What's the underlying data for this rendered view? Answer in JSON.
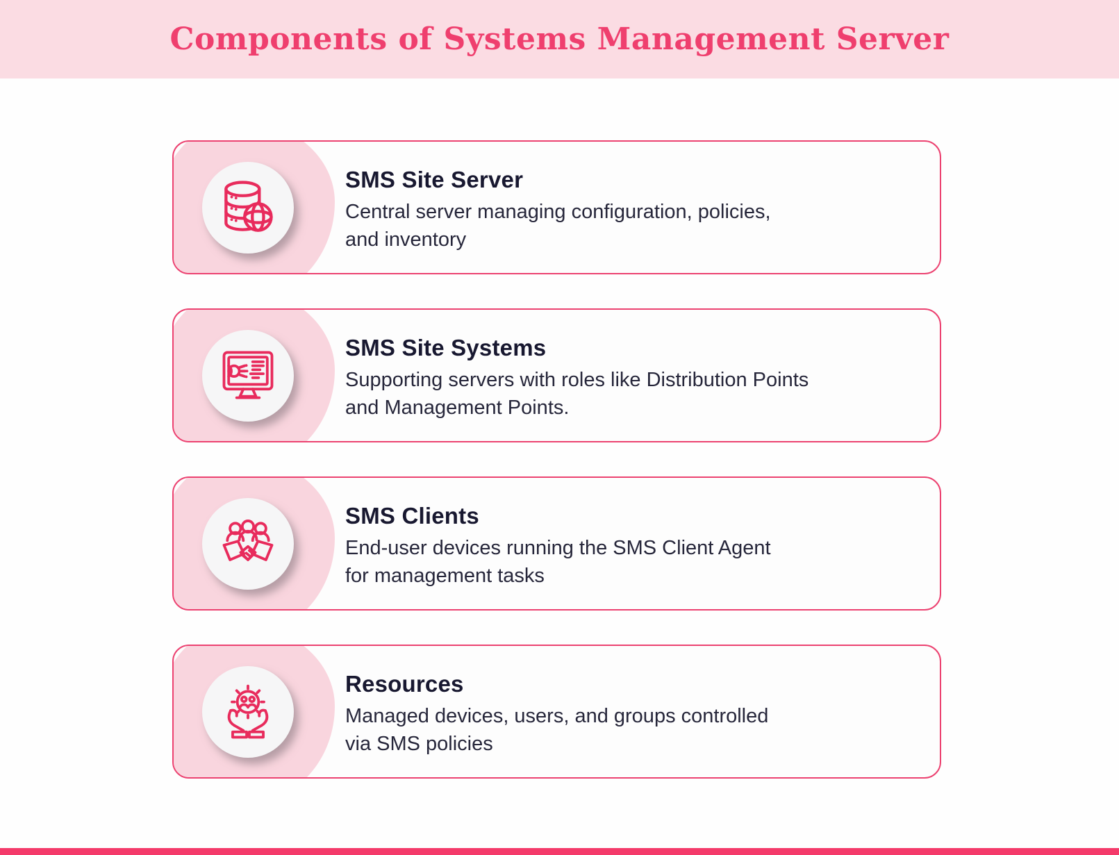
{
  "header": {
    "title": "Components of Systems Management Server"
  },
  "colors": {
    "header_bg": "#fbdce3",
    "title_pink": "#ef3f6e",
    "card_border": "#ec4170",
    "blob_pink": "#f9d5de",
    "icon_stroke": "#e82b5c",
    "heading_text": "#181830",
    "body_text": "#26263a",
    "footer_bar": "#f43a6a"
  },
  "cards": [
    {
      "icon": "database-globe-icon",
      "title": "SMS Site Server",
      "desc": [
        "Central server managing configuration, policies,",
        "and inventory"
      ]
    },
    {
      "icon": "monitor-circuit-icon",
      "title": "SMS Site Systems",
      "desc": [
        "Supporting servers with roles like Distribution Points",
        "and Management Points."
      ]
    },
    {
      "icon": "team-handshake-icon",
      "title": "SMS Clients",
      "desc": [
        "End-user devices running the SMS Client Agent",
        "for management tasks"
      ]
    },
    {
      "icon": "hands-gear-icon",
      "title": "Resources",
      "desc": [
        "Managed devices, users, and groups controlled",
        "via SMS policies"
      ]
    }
  ]
}
